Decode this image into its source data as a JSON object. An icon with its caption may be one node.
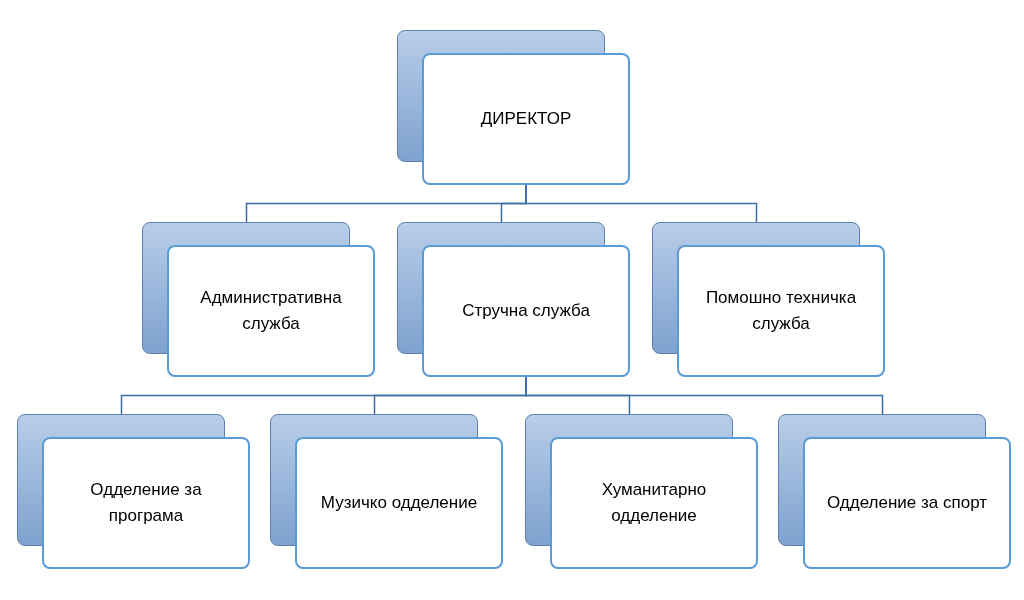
{
  "diagram": {
    "nodes": [
      {
        "text": [
          "ДИРЕКТОР"
        ]
      },
      {
        "text": [
          "Административна служба"
        ]
      },
      {
        "text": [
          "Стручна служба"
        ]
      },
      {
        "text": [
          "Помошно техничка служба"
        ]
      },
      {
        "text": [
          "Одделение за програма"
        ]
      },
      {
        "text": [
          "Музичко одделение"
        ]
      },
      {
        "text": [
          "Хуманитарно одделение"
        ]
      },
      {
        "text": [
          "Одделение за спорт"
        ]
      }
    ],
    "edges": [
      {
        "from": 0,
        "to": 1,
        "arrow": "none"
      },
      {
        "from": 0,
        "to": 2,
        "arrow": "none"
      },
      {
        "from": 0,
        "to": 3,
        "arrow": "none"
      },
      {
        "from": 2,
        "to": 4,
        "arrow": "none"
      },
      {
        "from": 2,
        "to": 5,
        "arrow": "none"
      },
      {
        "from": 2,
        "to": 6,
        "arrow": "none"
      },
      {
        "from": 2,
        "to": 7,
        "arrow": "none"
      }
    ]
  }
}
